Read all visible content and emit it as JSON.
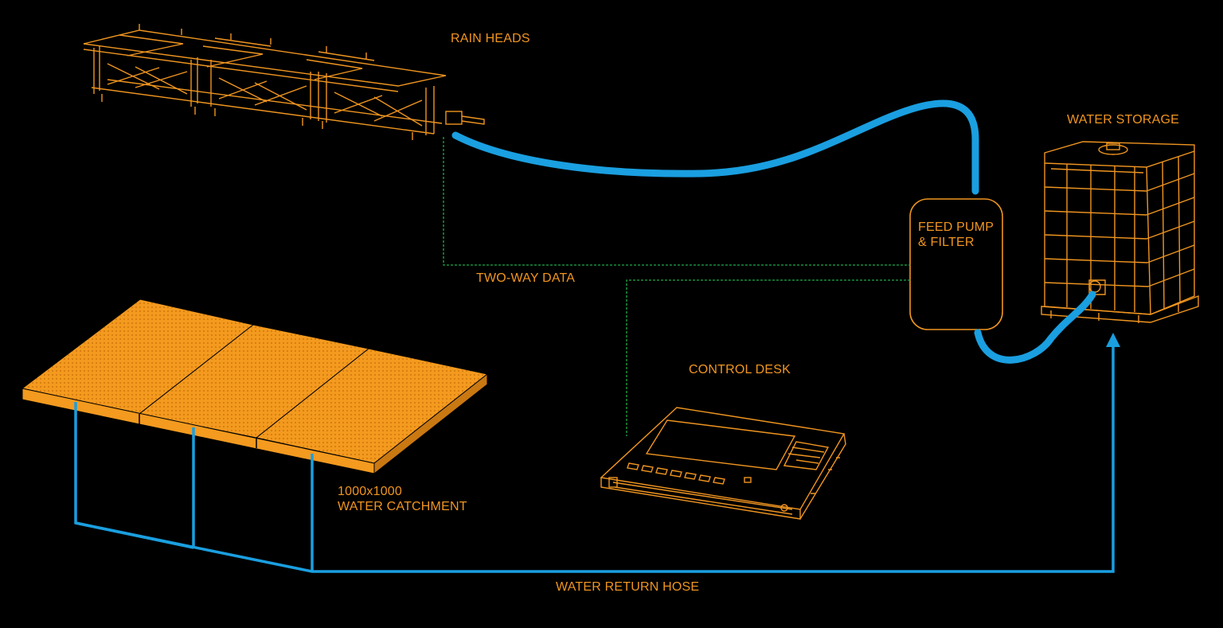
{
  "colors": {
    "background": "#000000",
    "accent": "#f09520",
    "hose": "#1a9fe0",
    "data_line": "#1ea84a",
    "fill": "#f09520"
  },
  "labels": {
    "rain_heads": "RAIN HEADS",
    "water_storage": "WATER STORAGE",
    "feed_pump_line1": "FEED PUMP",
    "feed_pump_line2": "& FILTER",
    "two_way_data": "TWO-WAY DATA",
    "control_desk": "CONTROL DESK",
    "catchment_line1": "1000x1000",
    "catchment_line2": "WATER CATCHMENT",
    "water_return_hose": "WATER RETURN HOSE"
  }
}
